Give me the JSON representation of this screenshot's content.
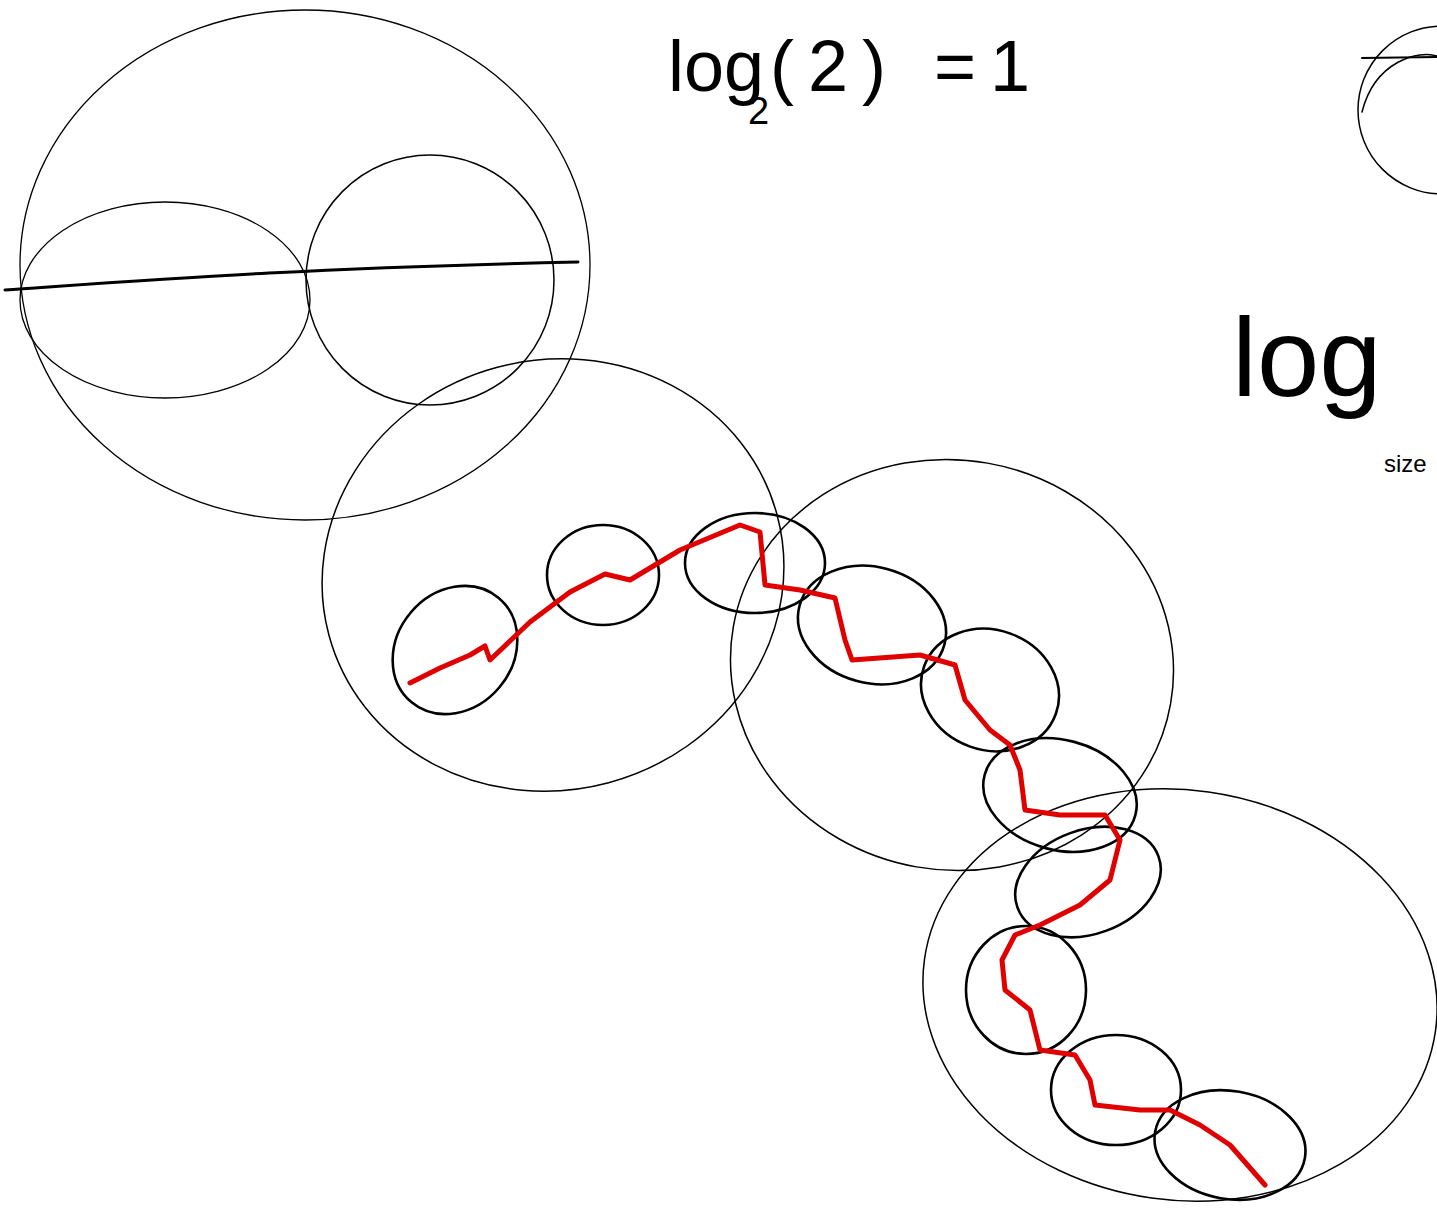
{
  "diagram": {
    "labels": [
      "log",
      "2",
      "(2) =1",
      "log",
      "size"
    ]
  }
}
